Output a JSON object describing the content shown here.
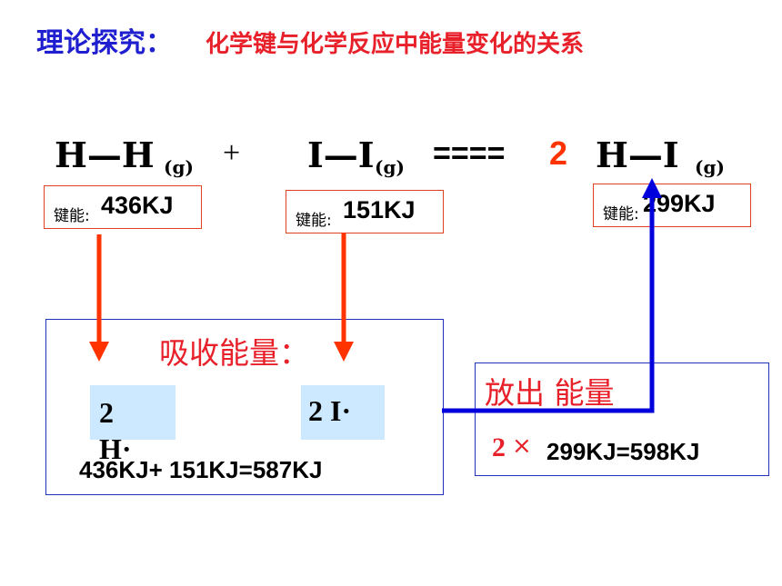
{
  "title": {
    "main": "理论探究：",
    "sub": "化学键与化学反应中能量变化的关系"
  },
  "equation": {
    "hh": "H—H",
    "hh_state": "(g)",
    "plus": "+",
    "ii": "I—I",
    "ii_state": "(g)",
    "arrow": "====",
    "coefficient": "2",
    "hi": "H—I",
    "hi_state": "(g)"
  },
  "bond_energies": [
    {
      "label": "键能:",
      "value": "436KJ"
    },
    {
      "label": "键能:",
      "value": "151KJ"
    },
    {
      "label": "键能:",
      "value": "299KJ"
    }
  ],
  "absorb": {
    "label": "吸收能量：",
    "atom_h": "2 H·",
    "atom_i": "2 I·",
    "sum": "436KJ+ 151KJ=587KJ"
  },
  "release": {
    "label": "放出 能量",
    "coef": "2",
    "times": "×",
    "sum": "299KJ=598KJ"
  },
  "colors": {
    "title_blue": "#1f1fcf",
    "title_red": "#e8202a",
    "arrow_red": "#ff3300",
    "arrow_blue": "#0000dd",
    "atom_bg": "#cce9ff"
  }
}
